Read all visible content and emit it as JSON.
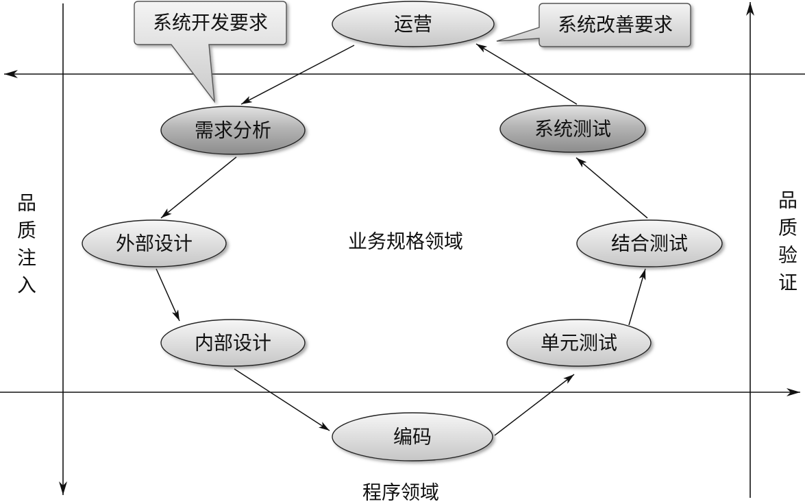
{
  "diagram": {
    "nodes": {
      "operation": "运营",
      "requirements_analysis": "需求分析",
      "external_design": "外部设计",
      "internal_design": "内部设计",
      "coding": "编码",
      "unit_test": "单元测试",
      "integration_test": "结合测试",
      "system_test": "系统测试"
    },
    "callouts": {
      "dev_requirements": "系统开发要求",
      "improvement_requirements": "系统改善要求"
    },
    "regions": {
      "business_spec": "业务规格领域",
      "program": "程序领域"
    },
    "axes": {
      "quality_injection": "品质注入",
      "quality_verification": "品质验证"
    }
  }
}
